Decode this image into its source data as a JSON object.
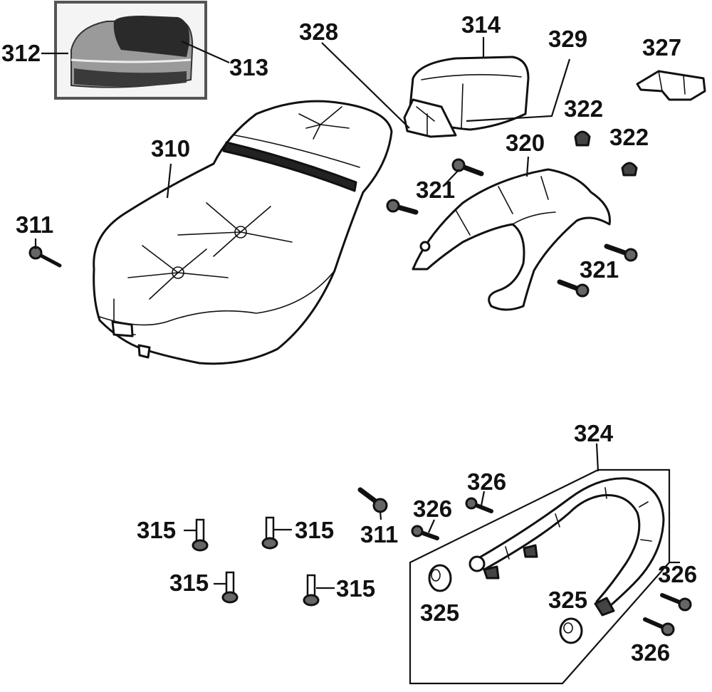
{
  "diagram": {
    "colors": {
      "ink": "#111111",
      "background": "#ffffff",
      "inset_frame": "#555555"
    },
    "parts": [
      {
        "id": "p310",
        "number": "310"
      },
      {
        "id": "p311a",
        "number": "311"
      },
      {
        "id": "p311b",
        "number": "311"
      },
      {
        "id": "p312",
        "number": "312"
      },
      {
        "id": "p313",
        "number": "313"
      },
      {
        "id": "p314",
        "number": "314"
      },
      {
        "id": "p315a",
        "number": "315"
      },
      {
        "id": "p315b",
        "number": "315"
      },
      {
        "id": "p315c",
        "number": "315"
      },
      {
        "id": "p315d",
        "number": "315"
      },
      {
        "id": "p320",
        "number": "320"
      },
      {
        "id": "p321a",
        "number": "321"
      },
      {
        "id": "p321b",
        "number": "321"
      },
      {
        "id": "p322a",
        "number": "322"
      },
      {
        "id": "p322b",
        "number": "322"
      },
      {
        "id": "p324",
        "number": "324"
      },
      {
        "id": "p325a",
        "number": "325"
      },
      {
        "id": "p325b",
        "number": "325"
      },
      {
        "id": "p326a",
        "number": "326"
      },
      {
        "id": "p326b",
        "number": "326"
      },
      {
        "id": "p326c",
        "number": "326"
      },
      {
        "id": "p326d",
        "number": "326"
      },
      {
        "id": "p327",
        "number": "327"
      },
      {
        "id": "p328",
        "number": "328"
      },
      {
        "id": "p329",
        "number": "329"
      }
    ]
  }
}
